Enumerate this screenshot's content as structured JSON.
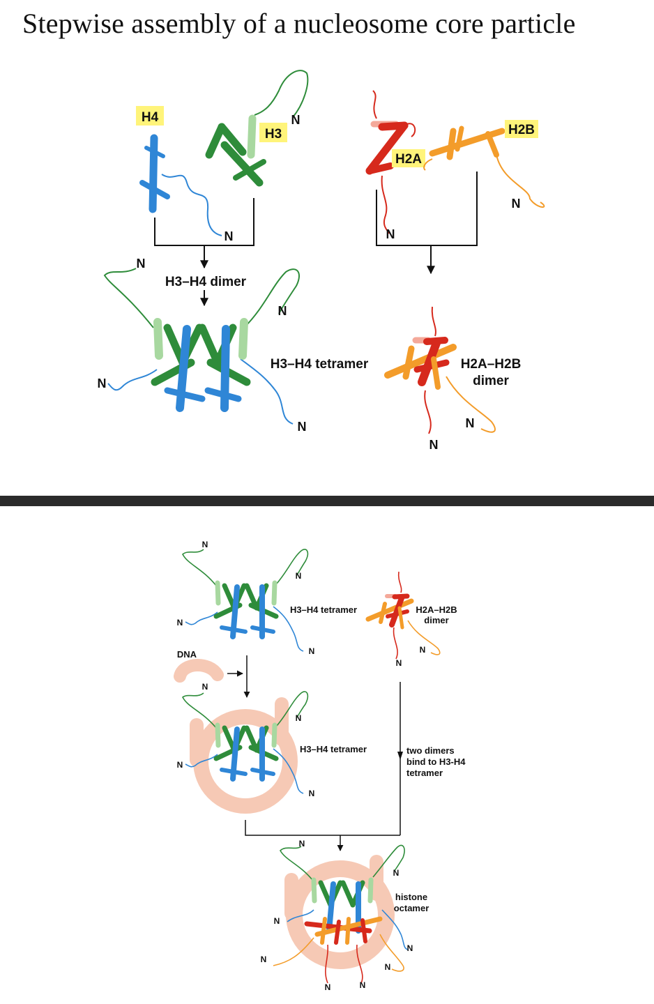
{
  "title": "Stepwise assembly of a nucleosome core particle",
  "colors": {
    "h4": "#2f86d6",
    "h3": "#2e8c3a",
    "h3_light": "#a8d8a0",
    "h2a": "#d6291c",
    "h2a_light": "#f4a99a",
    "h2b": "#f39c2a",
    "dna": "#f6c9b5",
    "tag_bg": "#fff47a",
    "divider": "#2b2b2b"
  },
  "top": {
    "tags": {
      "h4": "H4",
      "h3": "H3",
      "h2a": "H2A",
      "h2b": "H2B"
    },
    "labels": {
      "h3h4_dimer": "H3–H4 dimer",
      "h3h4_tetramer": "H3–H4 tetramer",
      "h2ah2b_dimer_l1": "H2A–H2B",
      "h2ah2b_dimer_l2": "dimer"
    },
    "n": "N"
  },
  "bottom": {
    "labels": {
      "dna": "DNA",
      "h3h4_tetramer_1": "H3–H4 tetramer",
      "h3h4_tetramer_2": "H3–H4 tetramer",
      "h2ah2b_dimer_l1": "H2A–H2B",
      "h2ah2b_dimer_l2": "dimer",
      "two_dimers_l1": "two dimers",
      "two_dimers_l2": "bind to H3-H4",
      "two_dimers_l3": "tetramer",
      "octamer_l1": "histone",
      "octamer_l2": "octamer"
    },
    "n": "N"
  }
}
